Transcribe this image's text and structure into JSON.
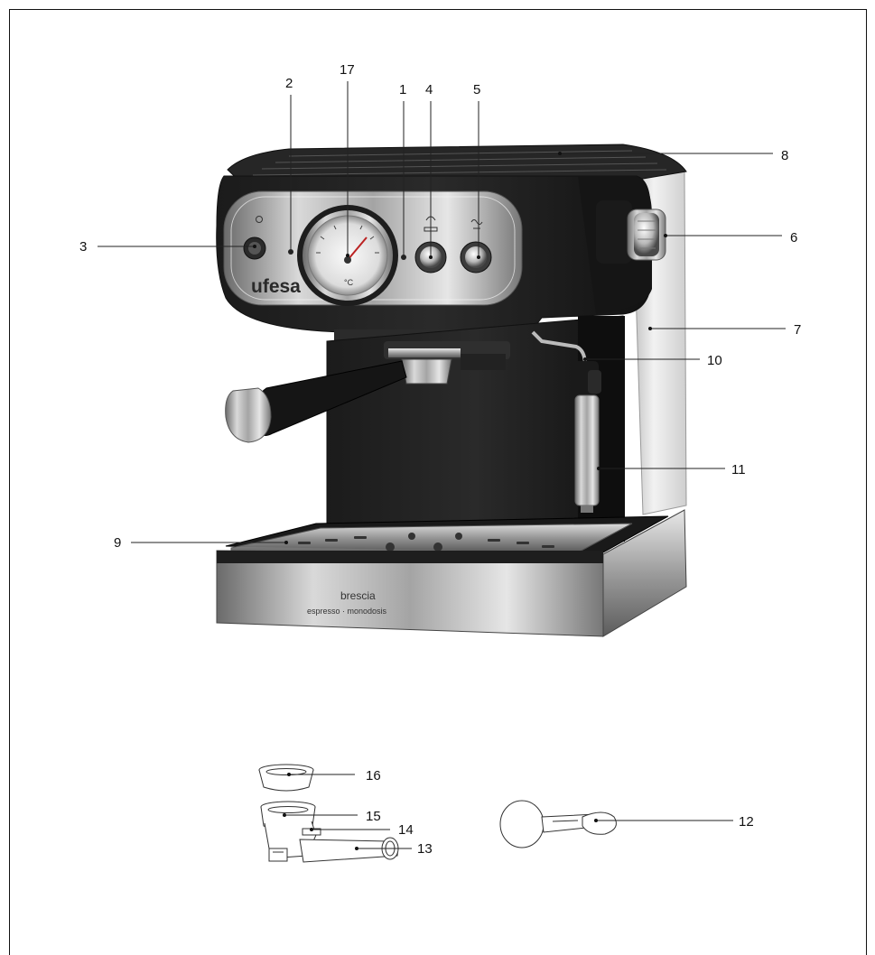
{
  "diagram": {
    "brand": "ufesa",
    "model_name": "brescia",
    "model_subtitle": "espresso · monodosis",
    "gauge_unit": "°C",
    "callouts": [
      {
        "id": "1",
        "label": "1"
      },
      {
        "id": "2",
        "label": "2"
      },
      {
        "id": "3",
        "label": "3"
      },
      {
        "id": "4",
        "label": "4"
      },
      {
        "id": "5",
        "label": "5"
      },
      {
        "id": "6",
        "label": "6"
      },
      {
        "id": "7",
        "label": "7"
      },
      {
        "id": "8",
        "label": "8"
      },
      {
        "id": "9",
        "label": "9"
      },
      {
        "id": "10",
        "label": "10"
      },
      {
        "id": "11",
        "label": "11"
      },
      {
        "id": "12",
        "label": "12"
      },
      {
        "id": "13",
        "label": "13"
      },
      {
        "id": "14",
        "label": "14"
      },
      {
        "id": "15",
        "label": "15"
      },
      {
        "id": "16",
        "label": "16"
      },
      {
        "id": "17",
        "label": "17"
      }
    ]
  }
}
